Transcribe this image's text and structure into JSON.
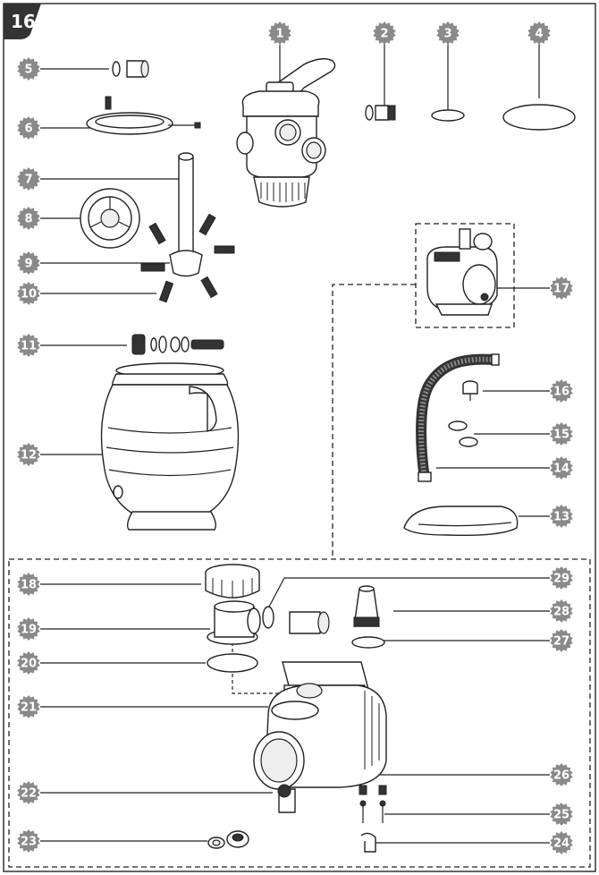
{
  "page_number": "16",
  "part_labels": [
    "1",
    "2",
    "3",
    "4",
    "5",
    "6",
    "7",
    "8",
    "9",
    "10",
    "11",
    "12",
    "13",
    "14",
    "15",
    "16",
    "17",
    "18",
    "19",
    "20",
    "21",
    "22",
    "23",
    "24",
    "25",
    "26",
    "27",
    "28",
    "29"
  ],
  "colors": {
    "badge": "#8a8a8a",
    "line": "#222222",
    "frame": "#333333"
  }
}
